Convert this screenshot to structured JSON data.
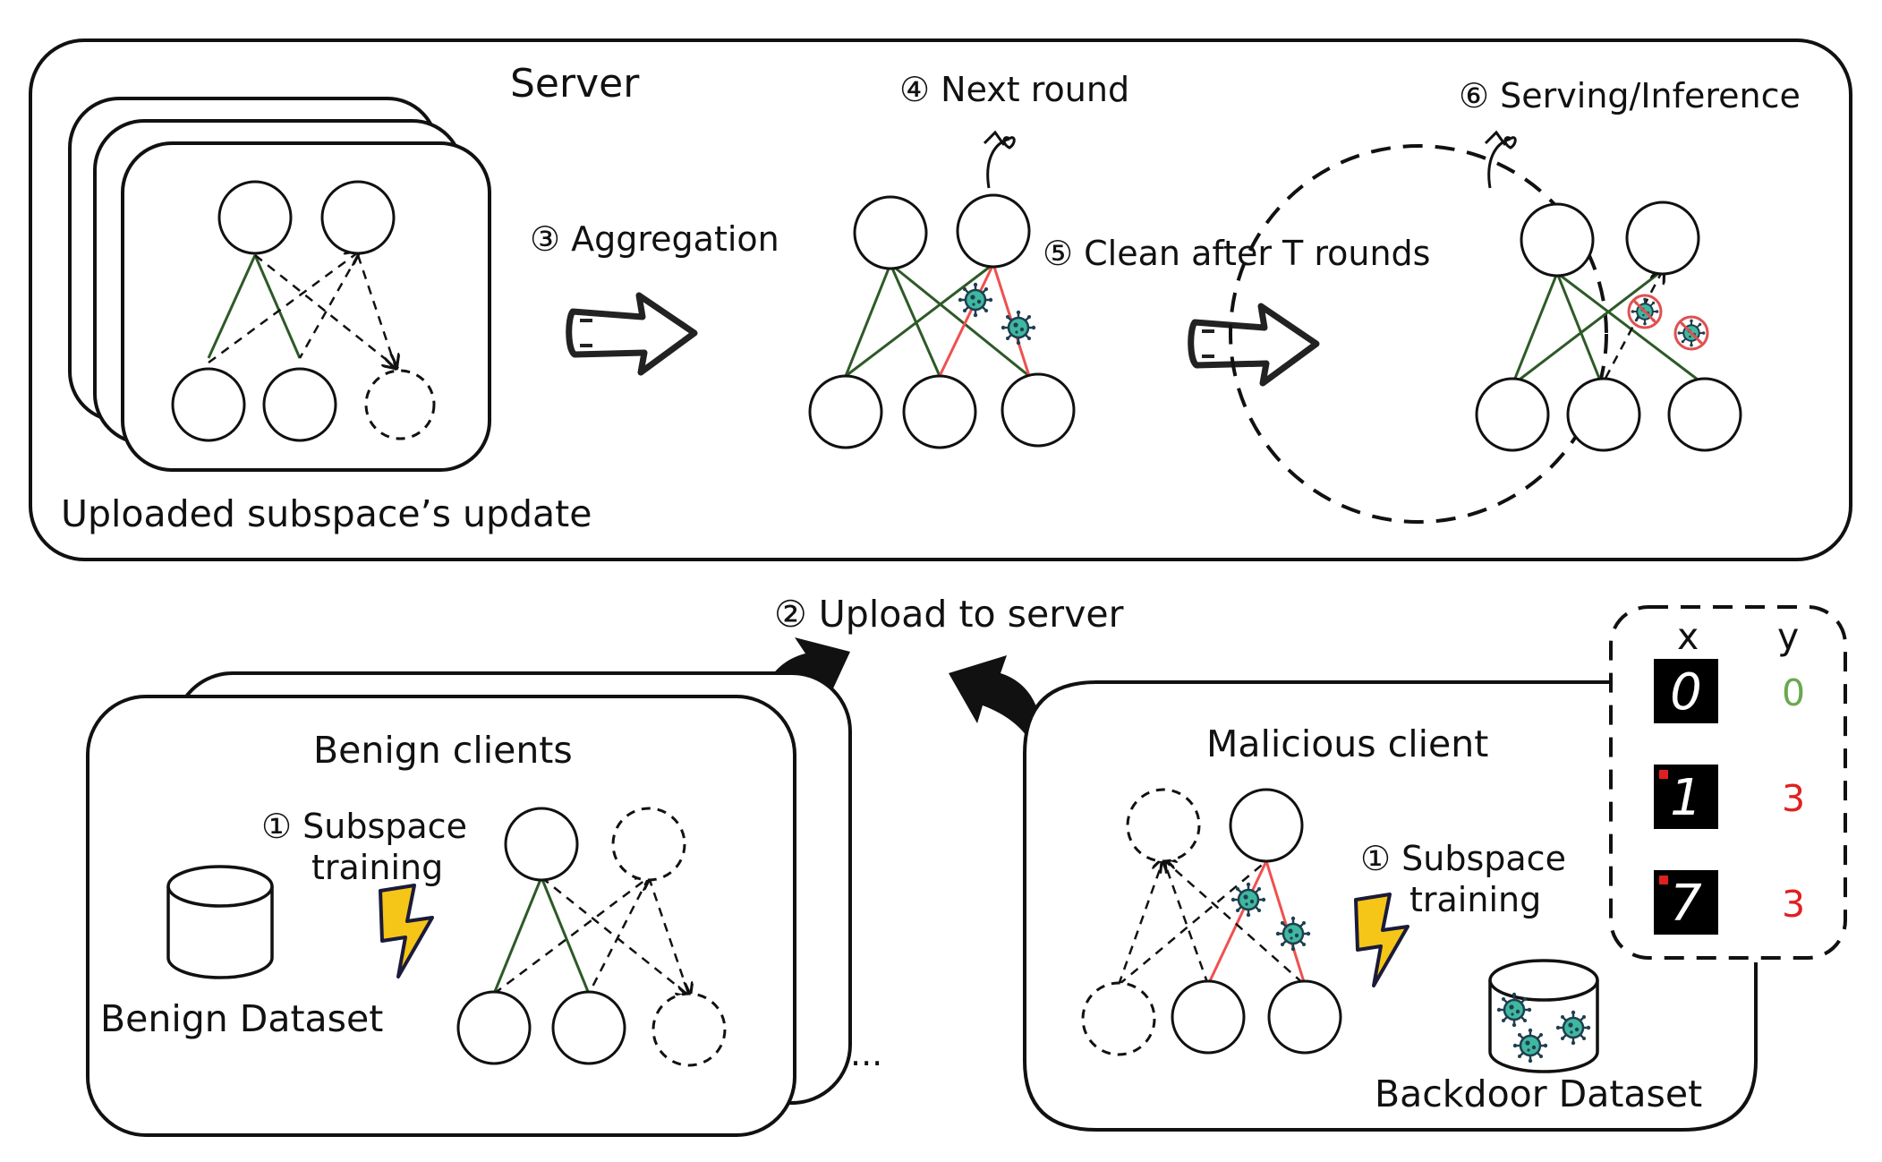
{
  "server": {
    "title": "Server",
    "uploaded_label": "Uploaded subspace’s update",
    "aggregation_label": "③ Aggregation",
    "next_round_label": "④ Next round",
    "clean_label": "⑤ Clean after T rounds",
    "serving_label": "⑥ Serving/Inference"
  },
  "upload_label": "② Upload to server",
  "benign": {
    "title": "Benign clients",
    "training_label_1": "① Subspace",
    "training_label_2": "training",
    "dataset_label": "Benign Dataset",
    "ellipsis": "..."
  },
  "malicious": {
    "title": "Malicious client",
    "training_label_1": "① Subspace",
    "training_label_2": "training",
    "dataset_label": "Backdoor Dataset"
  },
  "backdoor_table": {
    "x_header": "x",
    "y_header": "y",
    "rows": [
      {
        "digit": "0",
        "label": "0",
        "triggered": false
      },
      {
        "digit": "1",
        "label": "3",
        "triggered": true
      },
      {
        "digit": "7",
        "label": "3",
        "triggered": true
      }
    ]
  },
  "colors": {
    "benign_edge": "#2d5a27",
    "malicious_edge": "#f05050",
    "label_clean": "#6aa84f",
    "label_poisoned": "#e02020",
    "virus": "#3fb8a0",
    "lightning": "#f5c518"
  },
  "icons": [
    "virus-icon",
    "lightning-icon",
    "database-icon",
    "curved-arrow-icon",
    "block-arrow-icon",
    "no-virus-icon"
  ]
}
